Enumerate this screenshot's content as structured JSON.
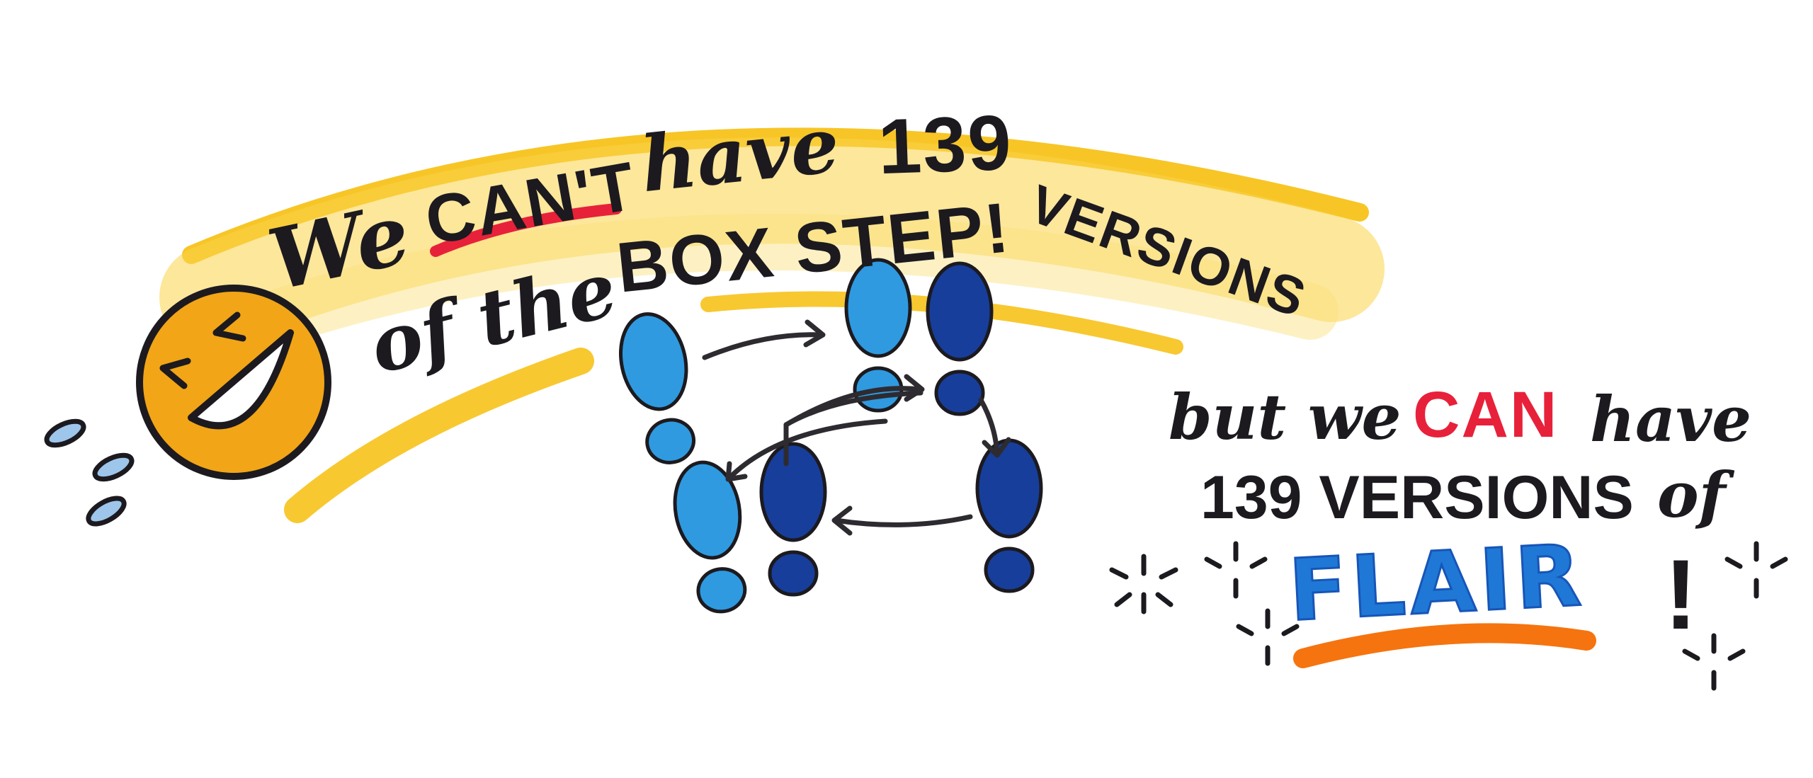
{
  "colors": {
    "highlight": "#f7c21a",
    "highlight_light": "#fbe07a",
    "ink": "#1c1a1f",
    "accent_red": "#e8213a",
    "flair_blue": "#1f78d6",
    "light_foot": "#2f9ae0",
    "dark_foot": "#173e9a",
    "underline_orange": "#f5740f",
    "face": "#f2a516",
    "sweat": "#9ec6ea"
  },
  "top_message": {
    "line1": {
      "we": "We",
      "cant": "CAN'T",
      "have": "have",
      "number": "139",
      "versions": "VERSIONS"
    },
    "line2": {
      "of_the": "of the",
      "box_step": "BOX STEP!"
    }
  },
  "bottom_message": {
    "line1": {
      "but_we": "but we",
      "can": "CAN",
      "have": "have"
    },
    "line2": {
      "number_versions": "139 VERSIONS",
      "of": "of"
    },
    "line3": {
      "flair": "FLAIR",
      "exclaim": "!"
    }
  },
  "icons": [
    "laughing-face-icon",
    "footprint-icon",
    "arrow-icon",
    "sparkle-icon",
    "sweat-drop-icon"
  ]
}
